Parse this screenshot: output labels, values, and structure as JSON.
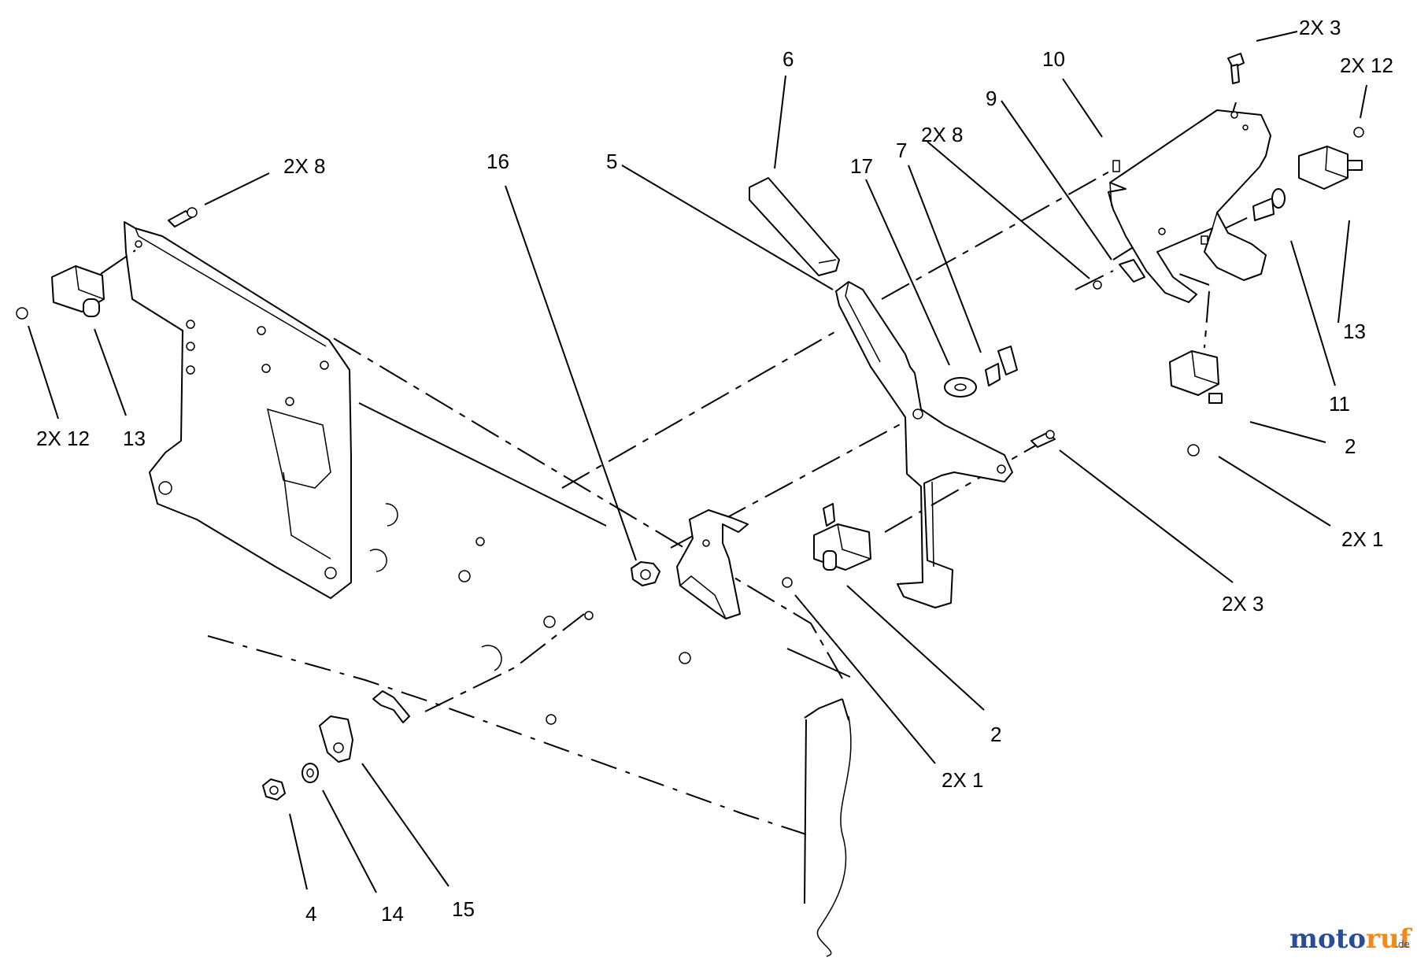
{
  "labels": {
    "l_2x3_top": "2X 3",
    "l_2x12_top": "2X 12",
    "l_10": "10",
    "l_6": "6",
    "l_9": "9",
    "l_2x8_mid": "2X 8",
    "l_7": "7",
    "l_17": "17",
    "l_5": "5",
    "l_16": "16",
    "l_2x8_left": "2X 8",
    "l_13_right": "13",
    "l_11": "11",
    "l_2_right": "2",
    "l_2x1_right": "2X 1",
    "l_2x3_right": "2X 3",
    "l_2x12_left": "2X 12",
    "l_13_left": "13",
    "l_2_mid": "2",
    "l_2x1_mid": "2X 1",
    "l_4": "4",
    "l_14": "14",
    "l_15": "15"
  },
  "watermark": {
    "part1": "moto",
    "part2": "ruf",
    "suffix": ".de"
  },
  "colors": {
    "line": "#000000",
    "background": "#ffffff",
    "watermark_blue": "#2a4d9a",
    "watermark_orange": "#f08a1c"
  }
}
